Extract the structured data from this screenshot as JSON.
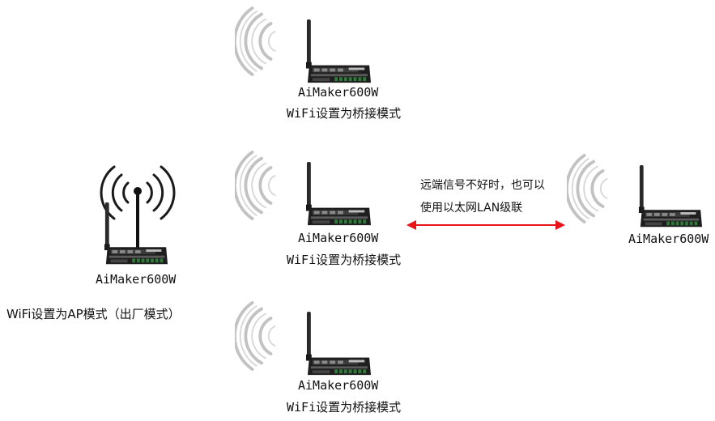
{
  "ap_node": {
    "device_name": "AiMaker600W",
    "mode_label": "WiFi设置为AP模式（出厂模式）"
  },
  "bridge_nodes": [
    {
      "device_name": "AiMaker600W",
      "mode_label": "WiFi设置为桥接模式"
    },
    {
      "device_name": "AiMaker600W",
      "mode_label": "WiFi设置为桥接模式"
    },
    {
      "device_name": "AiMaker600W",
      "mode_label": "WiFi设置为桥接模式"
    }
  ],
  "remote_node": {
    "device_name": "AiMaker600W"
  },
  "link_note": {
    "line1": "远端信号不好时，也可以",
    "line2": "使用以太网LAN级联"
  },
  "colors": {
    "arrow": "#e8141a",
    "wifi_wave": "#b8b8b8",
    "ap_wave": "#1a1a1a",
    "device_body": "#1e1e1e"
  },
  "icons": [
    "wifi-wave-icon",
    "router-device-icon",
    "double-arrow-icon"
  ]
}
